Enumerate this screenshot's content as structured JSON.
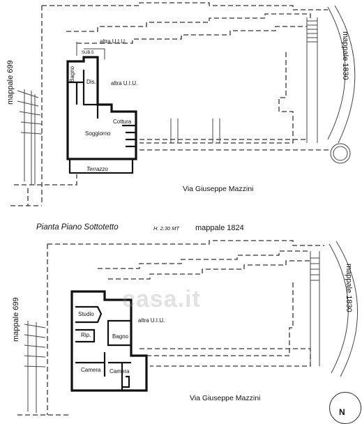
{
  "ground_floor": {
    "labels": {
      "mappale_left": "mappale 699",
      "mappale_right": "mappale 1830",
      "altra_top": "altra U.I.U.",
      "altra_mid": "altra U.I.U.",
      "sub": "SUB.5",
      "bagno": "Bagno",
      "dis": "Dis.",
      "cottura": "Cottura",
      "soggiorno": "Soggiorno",
      "terrazzo": "Terrazzo"
    },
    "street": "Via Giuseppe Mazzini"
  },
  "attic_floor": {
    "title": "Pianta Piano Sottotetto",
    "height_note": "H. 2.30 MT",
    "mappale_top": "mappale 1824",
    "labels": {
      "mappale_left": "mappale 699",
      "mappale_right": "mappale 1830",
      "studio": "Studio",
      "rip": "Rip.",
      "bagno": "Bagno",
      "altra": "altra U.I.U.",
      "camera1": "Camera",
      "camera2": "Camera"
    },
    "street": "Via Giuseppe Mazzini"
  },
  "watermark": "casa.it",
  "compass_letter": "N"
}
